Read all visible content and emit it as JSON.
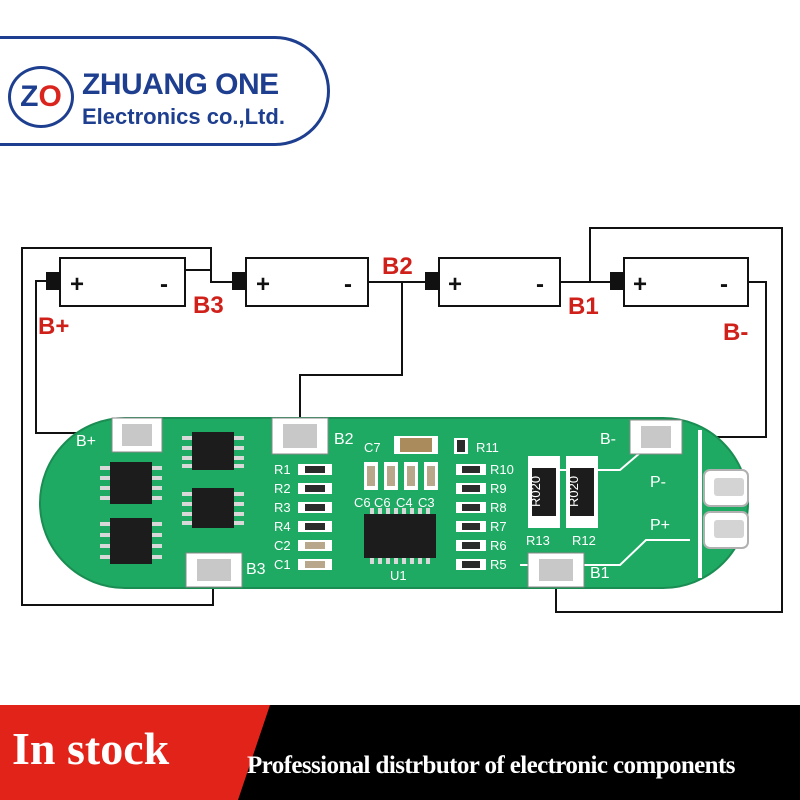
{
  "logo": {
    "badge_left": "Z",
    "badge_right": "O",
    "brand_name": "ZHUANG ONE",
    "brand_sub": "Electronics co.,Ltd."
  },
  "diagram": {
    "terminal_labels": {
      "b_plus": "B+",
      "b3": "B3",
      "b2": "B2",
      "b1": "B1",
      "b_minus": "B-"
    },
    "battery_sign_plus": "+",
    "battery_sign_minus": "-",
    "board_silkscreen": {
      "pad_b_plus": "B+",
      "pad_b2": "B2",
      "pad_b_minus": "B-",
      "pad_b3": "B3",
      "pad_b1": "B1",
      "p_minus": "P-",
      "p_plus": "P+",
      "r1": "R1",
      "r2": "R2",
      "r3": "R3",
      "r4": "R4",
      "c2": "C2",
      "c1": "C1",
      "c7": "C7",
      "c6": "C6",
      "c5": "C6",
      "c4": "C4",
      "c3": "C3",
      "u1": "U1",
      "r11": "R11",
      "r10": "R10",
      "r9": "R9",
      "r8": "R8",
      "r7": "R7",
      "r6": "R6",
      "r5": "R5",
      "r13": "R13",
      "r12": "R12",
      "shunt_value": "R020"
    }
  },
  "colors": {
    "brand_blue": "#1e3f8f",
    "label_red": "#d0201a",
    "pcb_green": "#1faa63",
    "footer_red": "#e2231a"
  },
  "footer": {
    "stock": "In stock",
    "tagline": "Professional distrbutor of electronic components"
  }
}
